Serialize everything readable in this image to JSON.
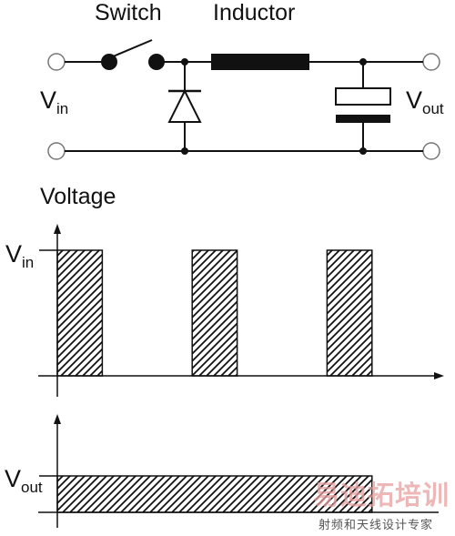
{
  "circuit": {
    "switch_label": "Switch",
    "inductor_label": "Inductor",
    "vin": {
      "main": "V",
      "sub": "in"
    },
    "vout": {
      "main": "V",
      "sub": "out"
    }
  },
  "charts": {
    "top_title": "Voltage",
    "top_level": {
      "main": "V",
      "sub": "in"
    },
    "bottom_level": {
      "main": "V",
      "sub": "out"
    }
  },
  "chart_data": [
    {
      "type": "area",
      "title": "Voltage",
      "y_tick_labels": [
        "Vin"
      ],
      "pulses": [
        {
          "start": 0,
          "end": 1
        },
        {
          "start": 3,
          "end": 4
        },
        {
          "start": 6,
          "end": 7
        }
      ],
      "level": "Vin",
      "xlim": [
        0,
        8.5
      ]
    },
    {
      "type": "area",
      "y_tick_labels": [
        "Vout"
      ],
      "pulses": [
        {
          "start": 0,
          "end": 7
        }
      ],
      "level": "Vout",
      "xlim": [
        0,
        8.5
      ]
    }
  ],
  "watermark": {
    "logo_text": "易迪拓培训",
    "tagline": "射频和天线设计专家"
  },
  "colors": {
    "ink": "#111111",
    "watermark_logo": "#e8a0a0",
    "watermark_tag": "#555555"
  }
}
